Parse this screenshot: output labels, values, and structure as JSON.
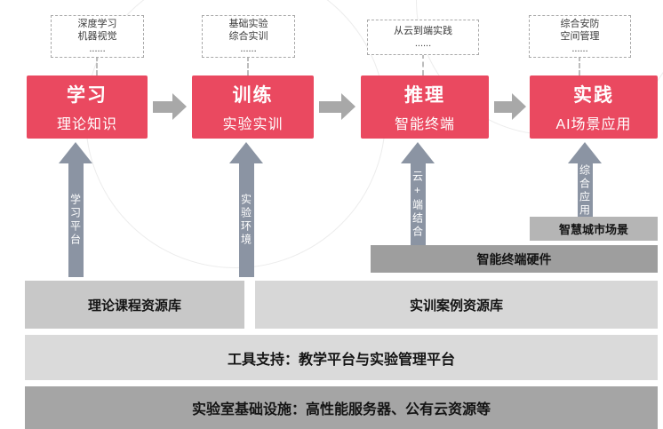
{
  "top_notes": [
    {
      "lines": [
        "深度学习",
        "机器视觉",
        "......"
      ]
    },
    {
      "lines": [
        "基础实验",
        "综合实训",
        "......"
      ]
    },
    {
      "lines": [
        "从云到端实践",
        "......"
      ]
    },
    {
      "lines": [
        "综合安防",
        "空间管理",
        "......"
      ]
    }
  ],
  "stages": [
    {
      "title": "学习",
      "subtitle": "理论知识"
    },
    {
      "title": "训练",
      "subtitle": "实验实训"
    },
    {
      "title": "推理",
      "subtitle": "智能终端"
    },
    {
      "title": "实践",
      "subtitle": "AI场景应用"
    }
  ],
  "up_arrows": [
    {
      "label": "学习平台"
    },
    {
      "label": "实验环境"
    },
    {
      "label": "云+端结合"
    },
    {
      "label": "综合应用"
    }
  ],
  "side_boxes": {
    "smart_city": "智慧城市场景",
    "terminal_hardware": "智能终端硬件"
  },
  "resource_row": {
    "left": "理论课程资源库",
    "right": "实训案例资源库"
  },
  "tools_bar": "工具支持：教学平台与实验管理平台",
  "infra_bar": "实验室基础设施：高性能服务器、公有云资源等",
  "colors": {
    "stage_pink": "#ea4960",
    "up_arrow_slate": "#8b94a3",
    "horizontal_arrow_gray": "#a8a8a8"
  }
}
